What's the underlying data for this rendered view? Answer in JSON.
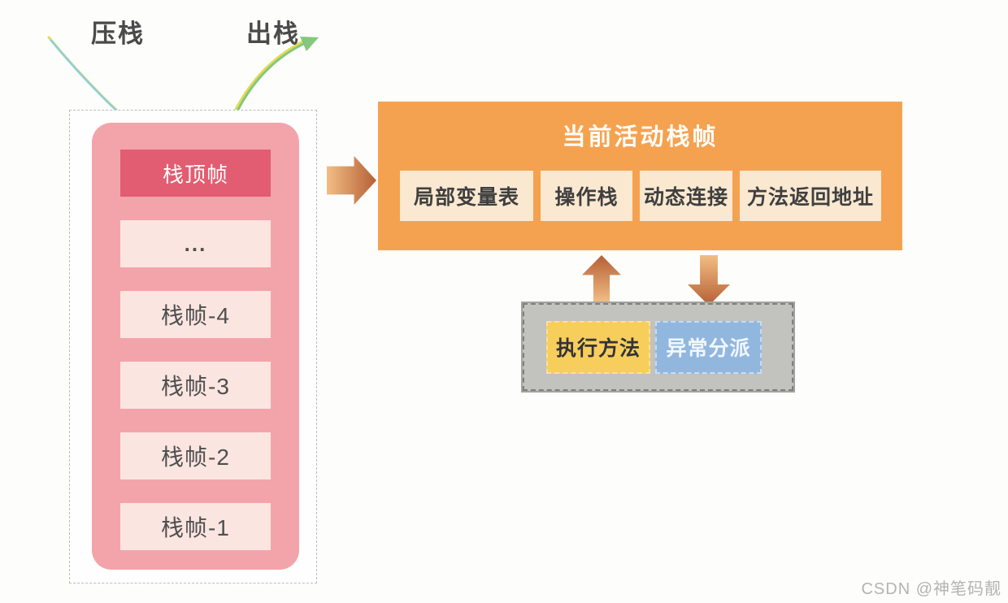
{
  "push_label": "压栈",
  "pop_label": "出栈",
  "stack": {
    "top_frame": "栈顶帧",
    "frames": [
      "...",
      "栈帧-4",
      "栈帧-3",
      "栈帧-2",
      "栈帧-1"
    ]
  },
  "active_frame": {
    "title": "当前活动栈帧",
    "components": [
      "局部变量表",
      "操作栈",
      "动态连接",
      "方法返回地址"
    ]
  },
  "dispatch": {
    "execute_method": "执行方法",
    "exception_dispatch": "异常分派"
  },
  "watermark": "CSDN @神笔码靓",
  "colors": {
    "pink-container": "#F3A4AA",
    "top-frame-bg": "#E25C72",
    "frame-bg": "#FBE5E1",
    "frame-text": "#4F4F4F",
    "orange-box": "#F5A250",
    "component-bg": "#FAE8D1",
    "component-text": "#3F3F3F",
    "arrow-light": "#F2BE84",
    "arrow-dark": "#B55F35",
    "gray-box": "#C2C2BE",
    "gray-border": "#7F7F7B",
    "yellow-box": "#F7CE5C",
    "blue-box": "#92B7DF",
    "green-arrow": "#85C77C",
    "yellow-line": "#E3DB55",
    "cyan-line": "#8FD0DC",
    "label-text": "#4A4A4A",
    "watermark-text": "#B3B3B3",
    "container-border": "#BDBDBD",
    "white-text": "#FFFDF8"
  }
}
